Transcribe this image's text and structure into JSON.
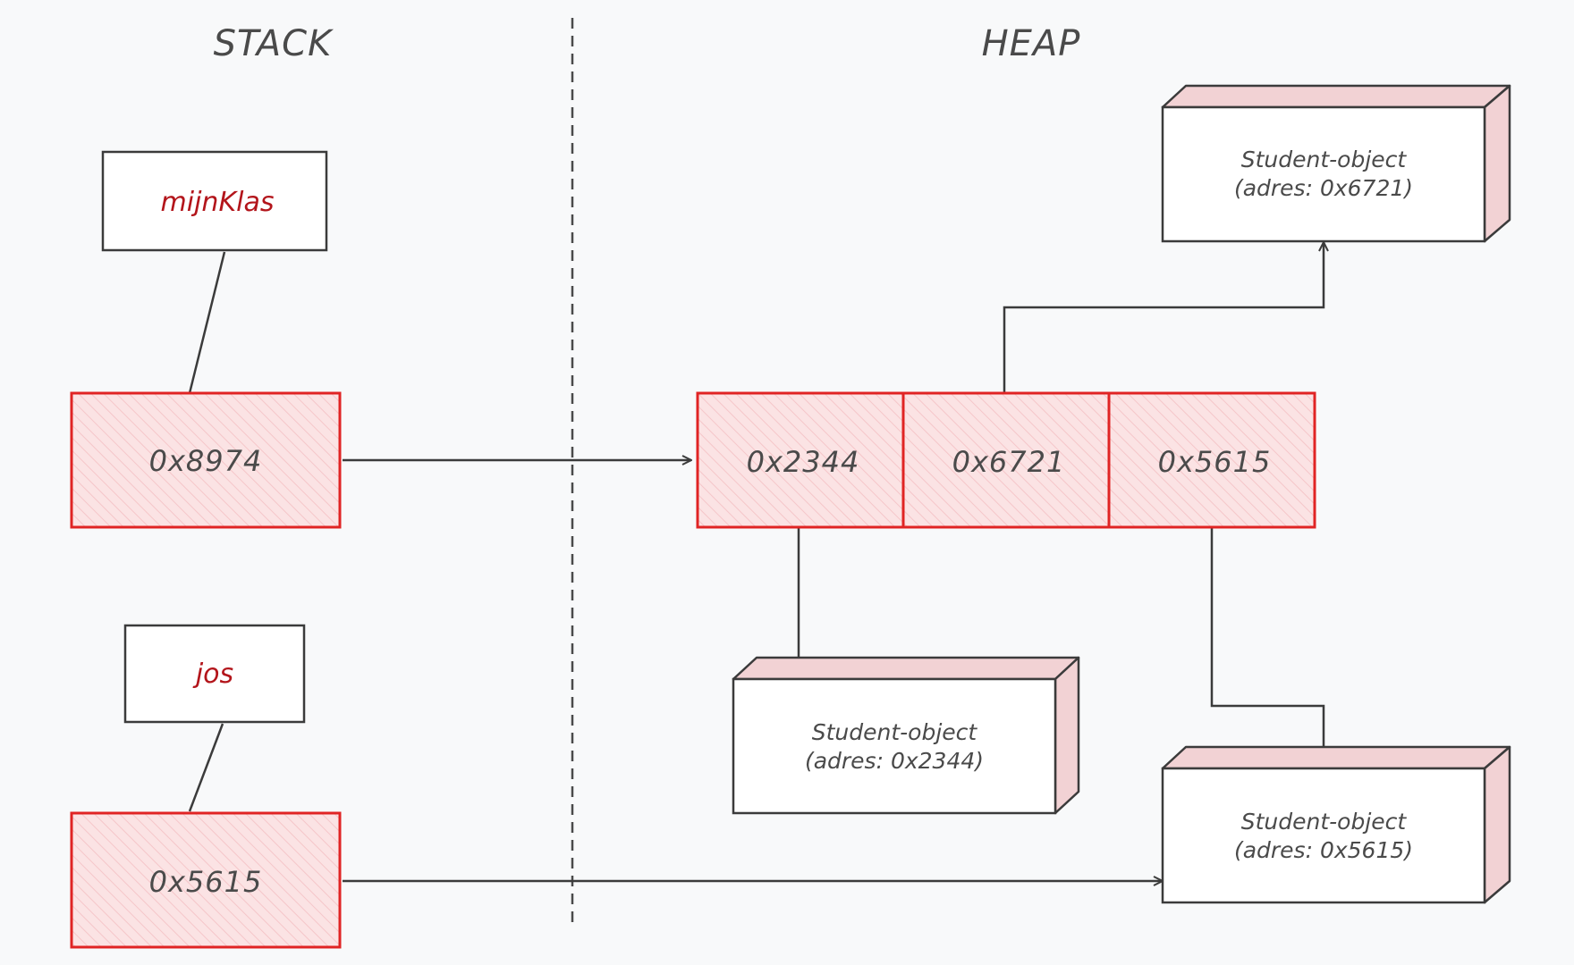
{
  "sections": {
    "stack_title": "STACK",
    "heap_title": "HEAP"
  },
  "stack": {
    "vars": [
      {
        "name": "mijnKlas",
        "value": "0x8974"
      },
      {
        "name": "jos",
        "value": "0x5615"
      }
    ]
  },
  "heap": {
    "array_cells": [
      "0x2344",
      "0x6721",
      "0x5615"
    ],
    "objects": [
      {
        "line1": "Student-object",
        "line2": "(adres: 0x6721)"
      },
      {
        "line1": "Student-object",
        "line2": "(adres: 0x2344)"
      },
      {
        "line1": "Student-object",
        "line2": "(adres: 0x5615)"
      }
    ]
  },
  "colors": {
    "background": "#f8f9fa",
    "reference_border": "#e02424",
    "reference_fill": "#fbe3e4",
    "variable_text": "#b3151b",
    "ink": "#3b3b3b",
    "object_side": "#f2d2d4"
  }
}
